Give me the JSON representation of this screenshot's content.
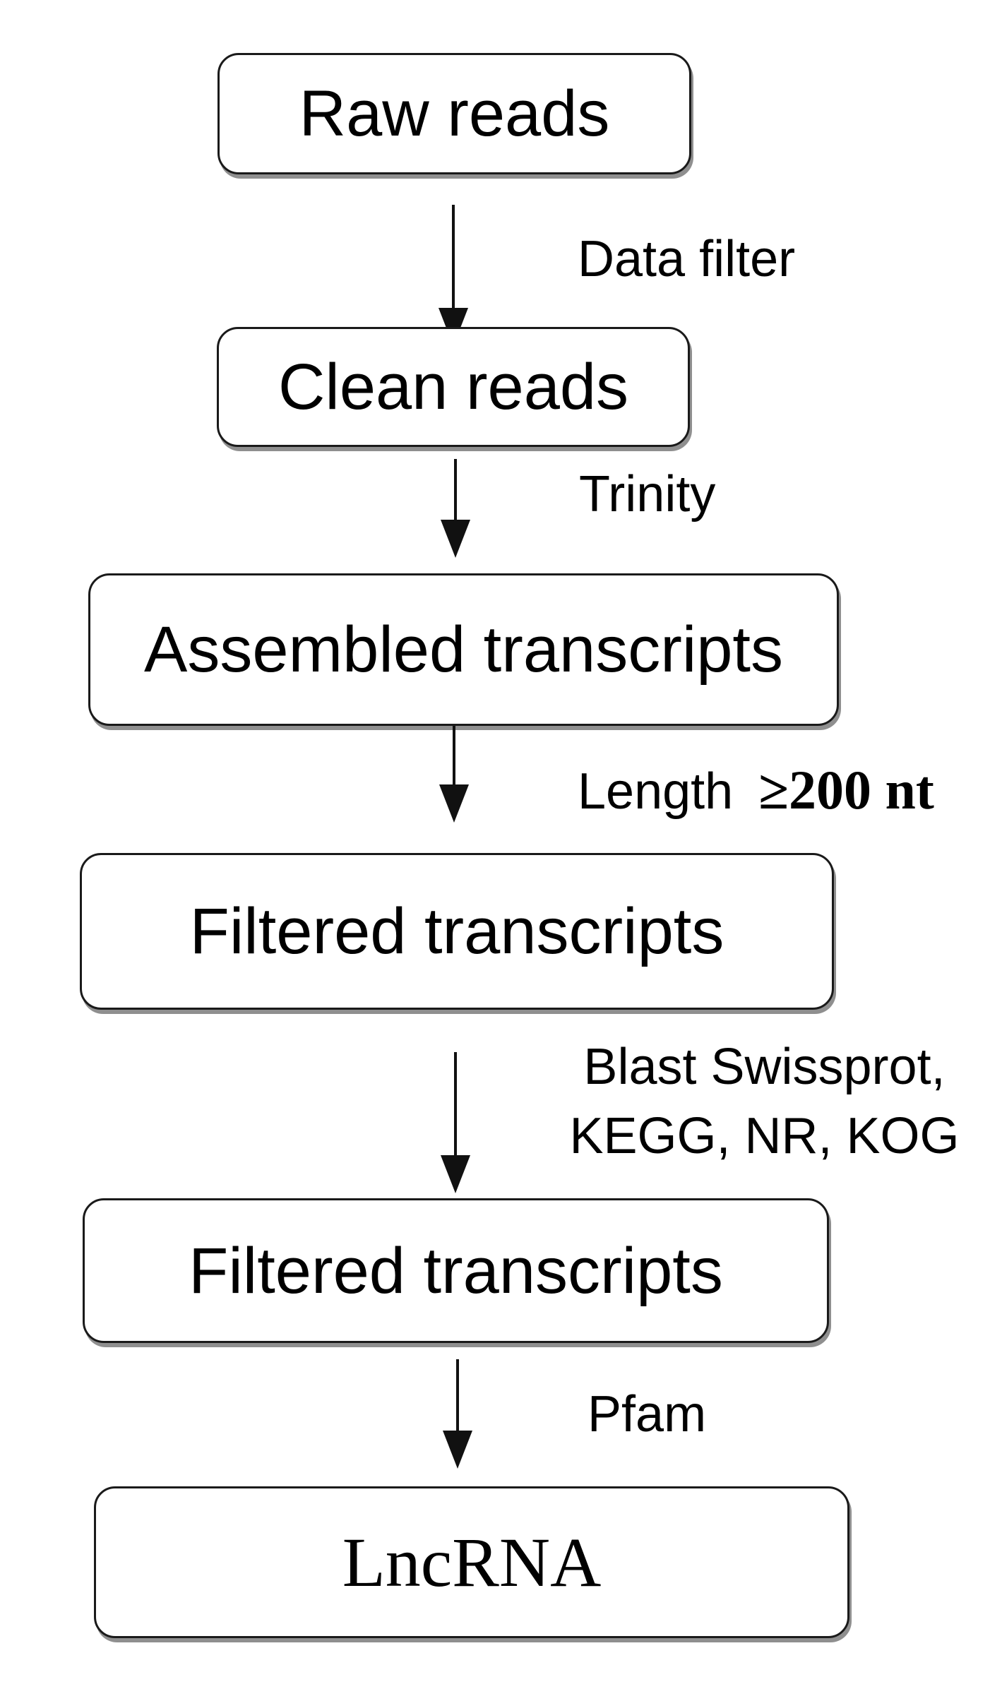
{
  "diagram": {
    "type": "flowchart",
    "direction": "top-down",
    "nodes": [
      {
        "id": "raw-reads",
        "label": "Raw reads",
        "shape": "rounded-rect"
      },
      {
        "id": "clean-reads",
        "label": "Clean reads",
        "shape": "rounded-rect"
      },
      {
        "id": "assembled-transcripts",
        "label": "Assembled transcripts",
        "shape": "rounded-rect"
      },
      {
        "id": "filtered-transcripts-1",
        "label": "Filtered transcripts",
        "shape": "rounded-rect"
      },
      {
        "id": "filtered-transcripts-2",
        "label": "Filtered transcripts",
        "shape": "rounded-rect"
      },
      {
        "id": "lncrna",
        "label": "LncRNA",
        "shape": "rounded-rect"
      }
    ],
    "edges": [
      {
        "from": "raw-reads",
        "to": "clean-reads",
        "label": "Data filter"
      },
      {
        "from": "clean-reads",
        "to": "assembled-transcripts",
        "label": "Trinity"
      },
      {
        "from": "assembled-transcripts",
        "to": "filtered-transcripts-1",
        "label_prefix": "Length ",
        "label_threshold": "≥200 nt"
      },
      {
        "from": "filtered-transcripts-1",
        "to": "filtered-transcripts-2",
        "label_line1": "Blast Swissprot,",
        "label_line2": "KEGG, NR, KOG"
      },
      {
        "from": "filtered-transcripts-2",
        "to": "lncrna",
        "label": "Pfam"
      }
    ],
    "colors": {
      "background": "#ffffff",
      "box_fill": "#ffffff",
      "box_border": "#1a1a1a",
      "box_shadow": "#8f8f8f",
      "text": "#000000",
      "arrow": "#111111"
    }
  }
}
